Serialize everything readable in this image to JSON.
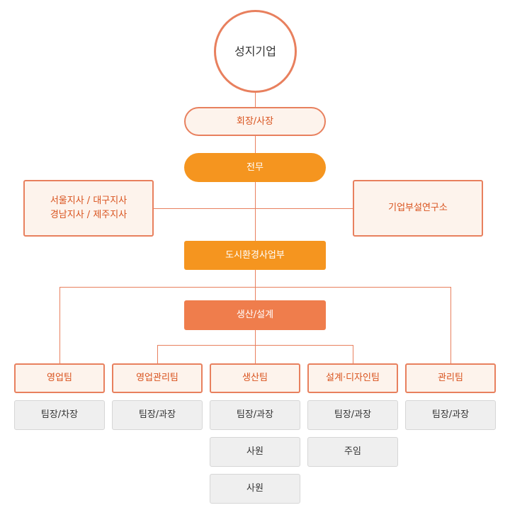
{
  "company": "성지기업",
  "chairman": "회장/사장",
  "executive": "전무",
  "branches": {
    "left_line1": "서울지사 / 대구지사",
    "left_line2": "경남지사 / 제주지사",
    "right": "기업부설연구소"
  },
  "division": "도시환경사업부",
  "production": "생산/설계",
  "teams": [
    {
      "name": "영업팀",
      "roles": [
        "팀장/차장"
      ]
    },
    {
      "name": "영업관리팀",
      "roles": [
        "팀장/과장"
      ]
    },
    {
      "name": "생산팀",
      "roles": [
        "팀장/과장",
        "사원",
        "사원"
      ]
    },
    {
      "name": "설계·디자인팀",
      "roles": [
        "팀장/과장",
        "주임"
      ]
    },
    {
      "name": "관리팀",
      "roles": [
        "팀장/과장"
      ]
    }
  ],
  "colors": {
    "line": "#e8805e",
    "accent_orange": "#f5951f",
    "production_fill": "#ef7d4c",
    "text_orange": "#d9531e"
  }
}
